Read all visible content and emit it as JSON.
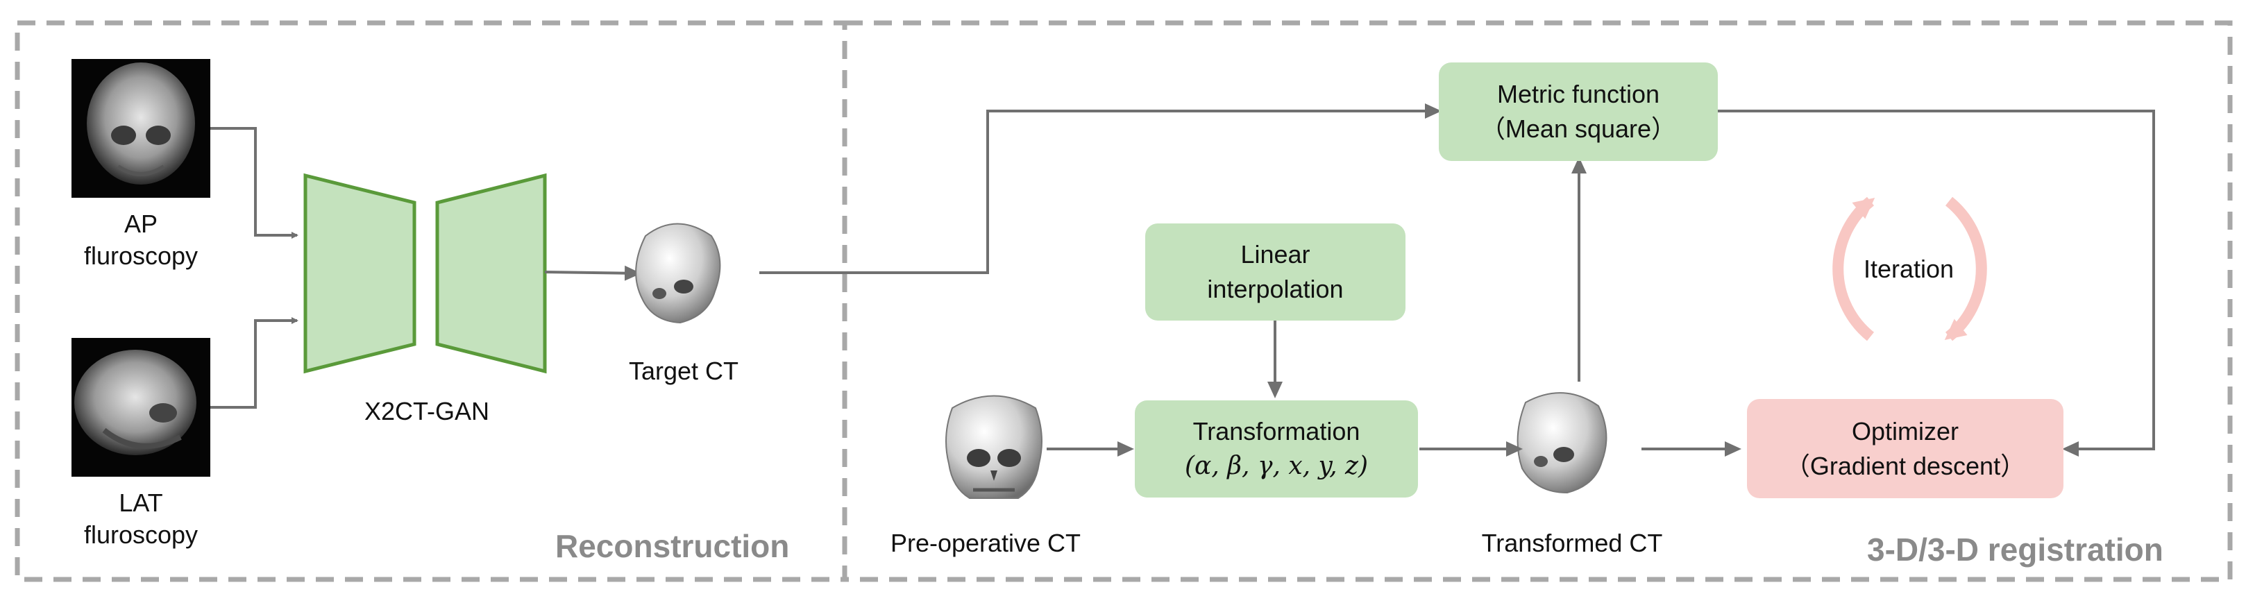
{
  "inputs": {
    "ap": {
      "line1": "AP",
      "line2": "fluroscopy"
    },
    "lat": {
      "line1": "LAT",
      "line2": "fluroscopy"
    }
  },
  "gan_label": "X2CT-GAN",
  "target_label": "Target CT",
  "preop_label": "Pre-operative CT",
  "transformed_label": "Transformed CT",
  "boxes": {
    "metric": {
      "line1": "Metric function",
      "line2": "（Mean square）"
    },
    "interp": {
      "line1": "Linear",
      "line2": "interpolation"
    },
    "transform": {
      "line1": "Transformation",
      "line2": "(α, β, γ, x, y, z)"
    },
    "optimizer": {
      "line1": "Optimizer",
      "line2": "（Gradient descent）"
    }
  },
  "iteration_label": "Iteration",
  "sections": {
    "left": "Reconstruction",
    "right": "3-D/3-D registration"
  },
  "colors": {
    "box_green": "#c4e2bd",
    "box_pink": "#f8cfcd",
    "gan_fill": "#c4e2bd",
    "gan_stroke": "#5a9a3a",
    "arrow": "#707070",
    "iteration_arrow": "#f8c7c3",
    "dashed_border": "#a8a8a8",
    "section_text": "#8a8a8a"
  },
  "icons": [
    "ap-xray-icon",
    "lat-xray-icon",
    "skull-icon"
  ]
}
